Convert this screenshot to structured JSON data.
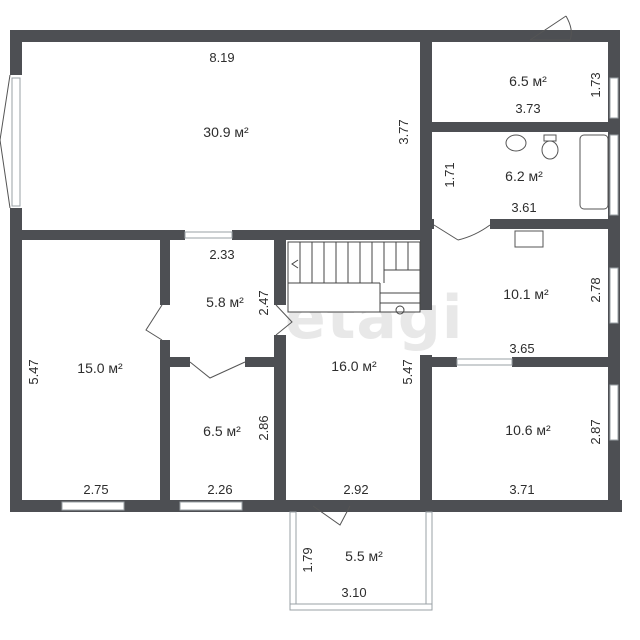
{
  "watermark": "etagi",
  "colors": {
    "wall": "#4d4f53",
    "window": "#b8bdc2",
    "line": "#555555"
  },
  "rooms": [
    {
      "id": "room-living",
      "area": "30.9 м²",
      "width": "8.19",
      "depth": "3.77"
    },
    {
      "id": "room-top-right",
      "area": "6.5 м²",
      "width": "3.73",
      "depth": "1.73"
    },
    {
      "id": "room-bathroom",
      "area": "6.2 м²",
      "width": "3.61",
      "depth": "1.71"
    },
    {
      "id": "room-right-middle",
      "area": "10.1 м²",
      "width": "3.65",
      "depth": "2.78"
    },
    {
      "id": "room-right-bottom",
      "area": "10.6 м²",
      "width": "3.71",
      "depth": "2.87"
    },
    {
      "id": "room-left",
      "area": "15.0 м²",
      "width": "2.75",
      "depth": "5.47"
    },
    {
      "id": "room-closet-upper",
      "area": "5.8 м²",
      "width": "2.33",
      "depth": "2.47"
    },
    {
      "id": "room-closet-lower",
      "area": "6.5 м²",
      "width": "2.26",
      "depth": "2.86"
    },
    {
      "id": "room-hall",
      "area": "16.0 м²",
      "width": "2.92",
      "depth": "5.47"
    },
    {
      "id": "room-porch",
      "area": "5.5 м²",
      "width": "3.10",
      "depth": "1.79"
    }
  ]
}
